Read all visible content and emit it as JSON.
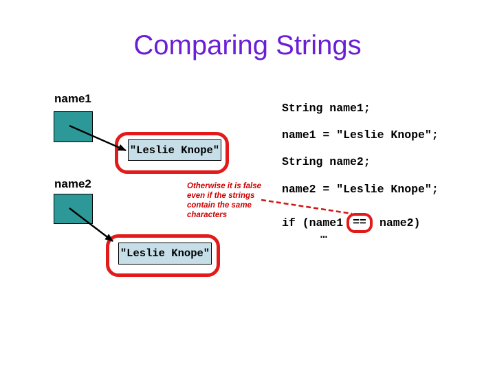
{
  "slide": {
    "title": "Comparing Strings"
  },
  "diagram": {
    "var1": {
      "label": "name1",
      "value": "\"Leslie Knope\""
    },
    "var2": {
      "label": "name2",
      "value": "\"Leslie Knope\""
    }
  },
  "note": {
    "lines": [
      "Otherwise it is false",
      "even if the strings",
      "contain the same",
      "characters"
    ]
  },
  "code": {
    "line1": "String name1;",
    "line2": "name1 = \"Leslie Knope\";",
    "line3": "String name2;",
    "line4": "name2 = \"Leslie Knope\";",
    "if_prefix": "if (name1",
    "if_operator": "==",
    "if_suffix": "name2)",
    "ellipsis": "…"
  },
  "colors": {
    "title_purple": "#6A1ED6",
    "reference_box_teal": "#2D9898",
    "string_box_fill": "#C5DEE8",
    "annotation_red": "#E21A1A",
    "note_text_red": "#CC0000",
    "code_text": "#000000"
  }
}
